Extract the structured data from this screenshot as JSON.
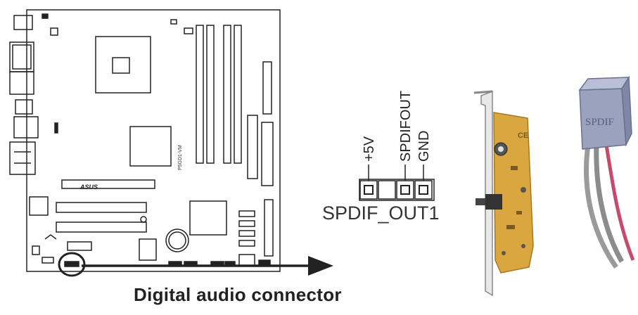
{
  "caption": "Digital audio connector",
  "connector": {
    "name": "SPDIF_OUT1",
    "pins": [
      "+5V",
      "SPDIFOUT",
      "GND"
    ]
  },
  "board": {
    "brand_logo": "ASUS",
    "model_text": "P5GD1-VM"
  },
  "card_marking": "CE",
  "cable_label": "SPDIF",
  "colors": {
    "line": "#222222",
    "card": "#d9a640",
    "cable_housing": "#9aa2bd",
    "wire_red": "#c84a6a",
    "wire_gray": "#8c8c8c"
  }
}
